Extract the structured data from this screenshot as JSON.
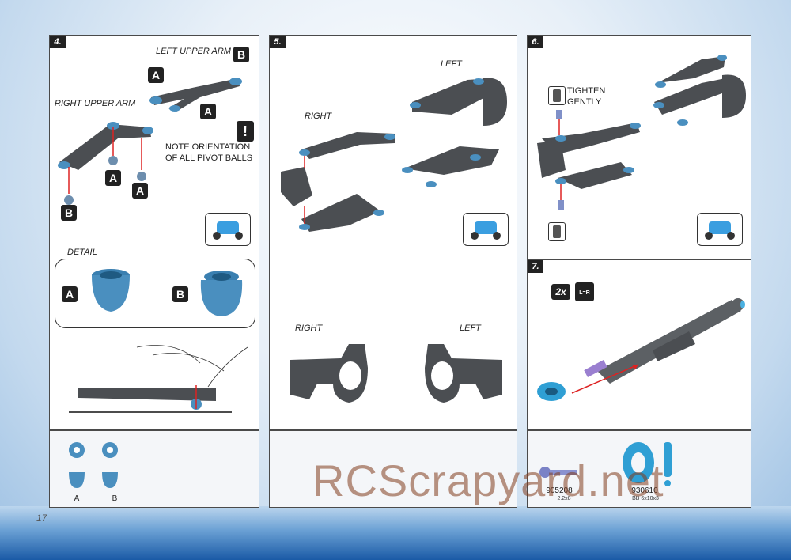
{
  "page": {
    "number": "17",
    "watermark": "RCScrapyard.net"
  },
  "step4": {
    "num": "4.",
    "left_upper_arm": "LEFT UPPER ARM",
    "right_upper_arm": "RIGHT UPPER ARM",
    "note_line1": "NOTE ORIENTATION",
    "note_line2": "OF ALL PIVOT BALLS",
    "note_mark": "!",
    "detail": "DETAIL",
    "tag_a": "A",
    "tag_b": "B",
    "parts": {
      "label_a": "A",
      "label_b": "B"
    }
  },
  "step5": {
    "num": "5.",
    "right_top": "RIGHT",
    "left_top": "LEFT",
    "right_bottom": "RIGHT",
    "left_bottom": "LEFT"
  },
  "step6": {
    "num": "6.",
    "tighten_line1": "TIGHTEN",
    "tighten_line2": "GENTLY"
  },
  "step7": {
    "num": "7.",
    "qty": "2x",
    "lr": "L=R",
    "parts": [
      {
        "code": "905208",
        "desc": "2.2x8"
      },
      {
        "code": "930610",
        "desc": "BB 6x10x3"
      }
    ]
  },
  "colors": {
    "part_blue": "#4a8fbf",
    "plastic": "#4b4e52",
    "arrow": "#d22"
  }
}
